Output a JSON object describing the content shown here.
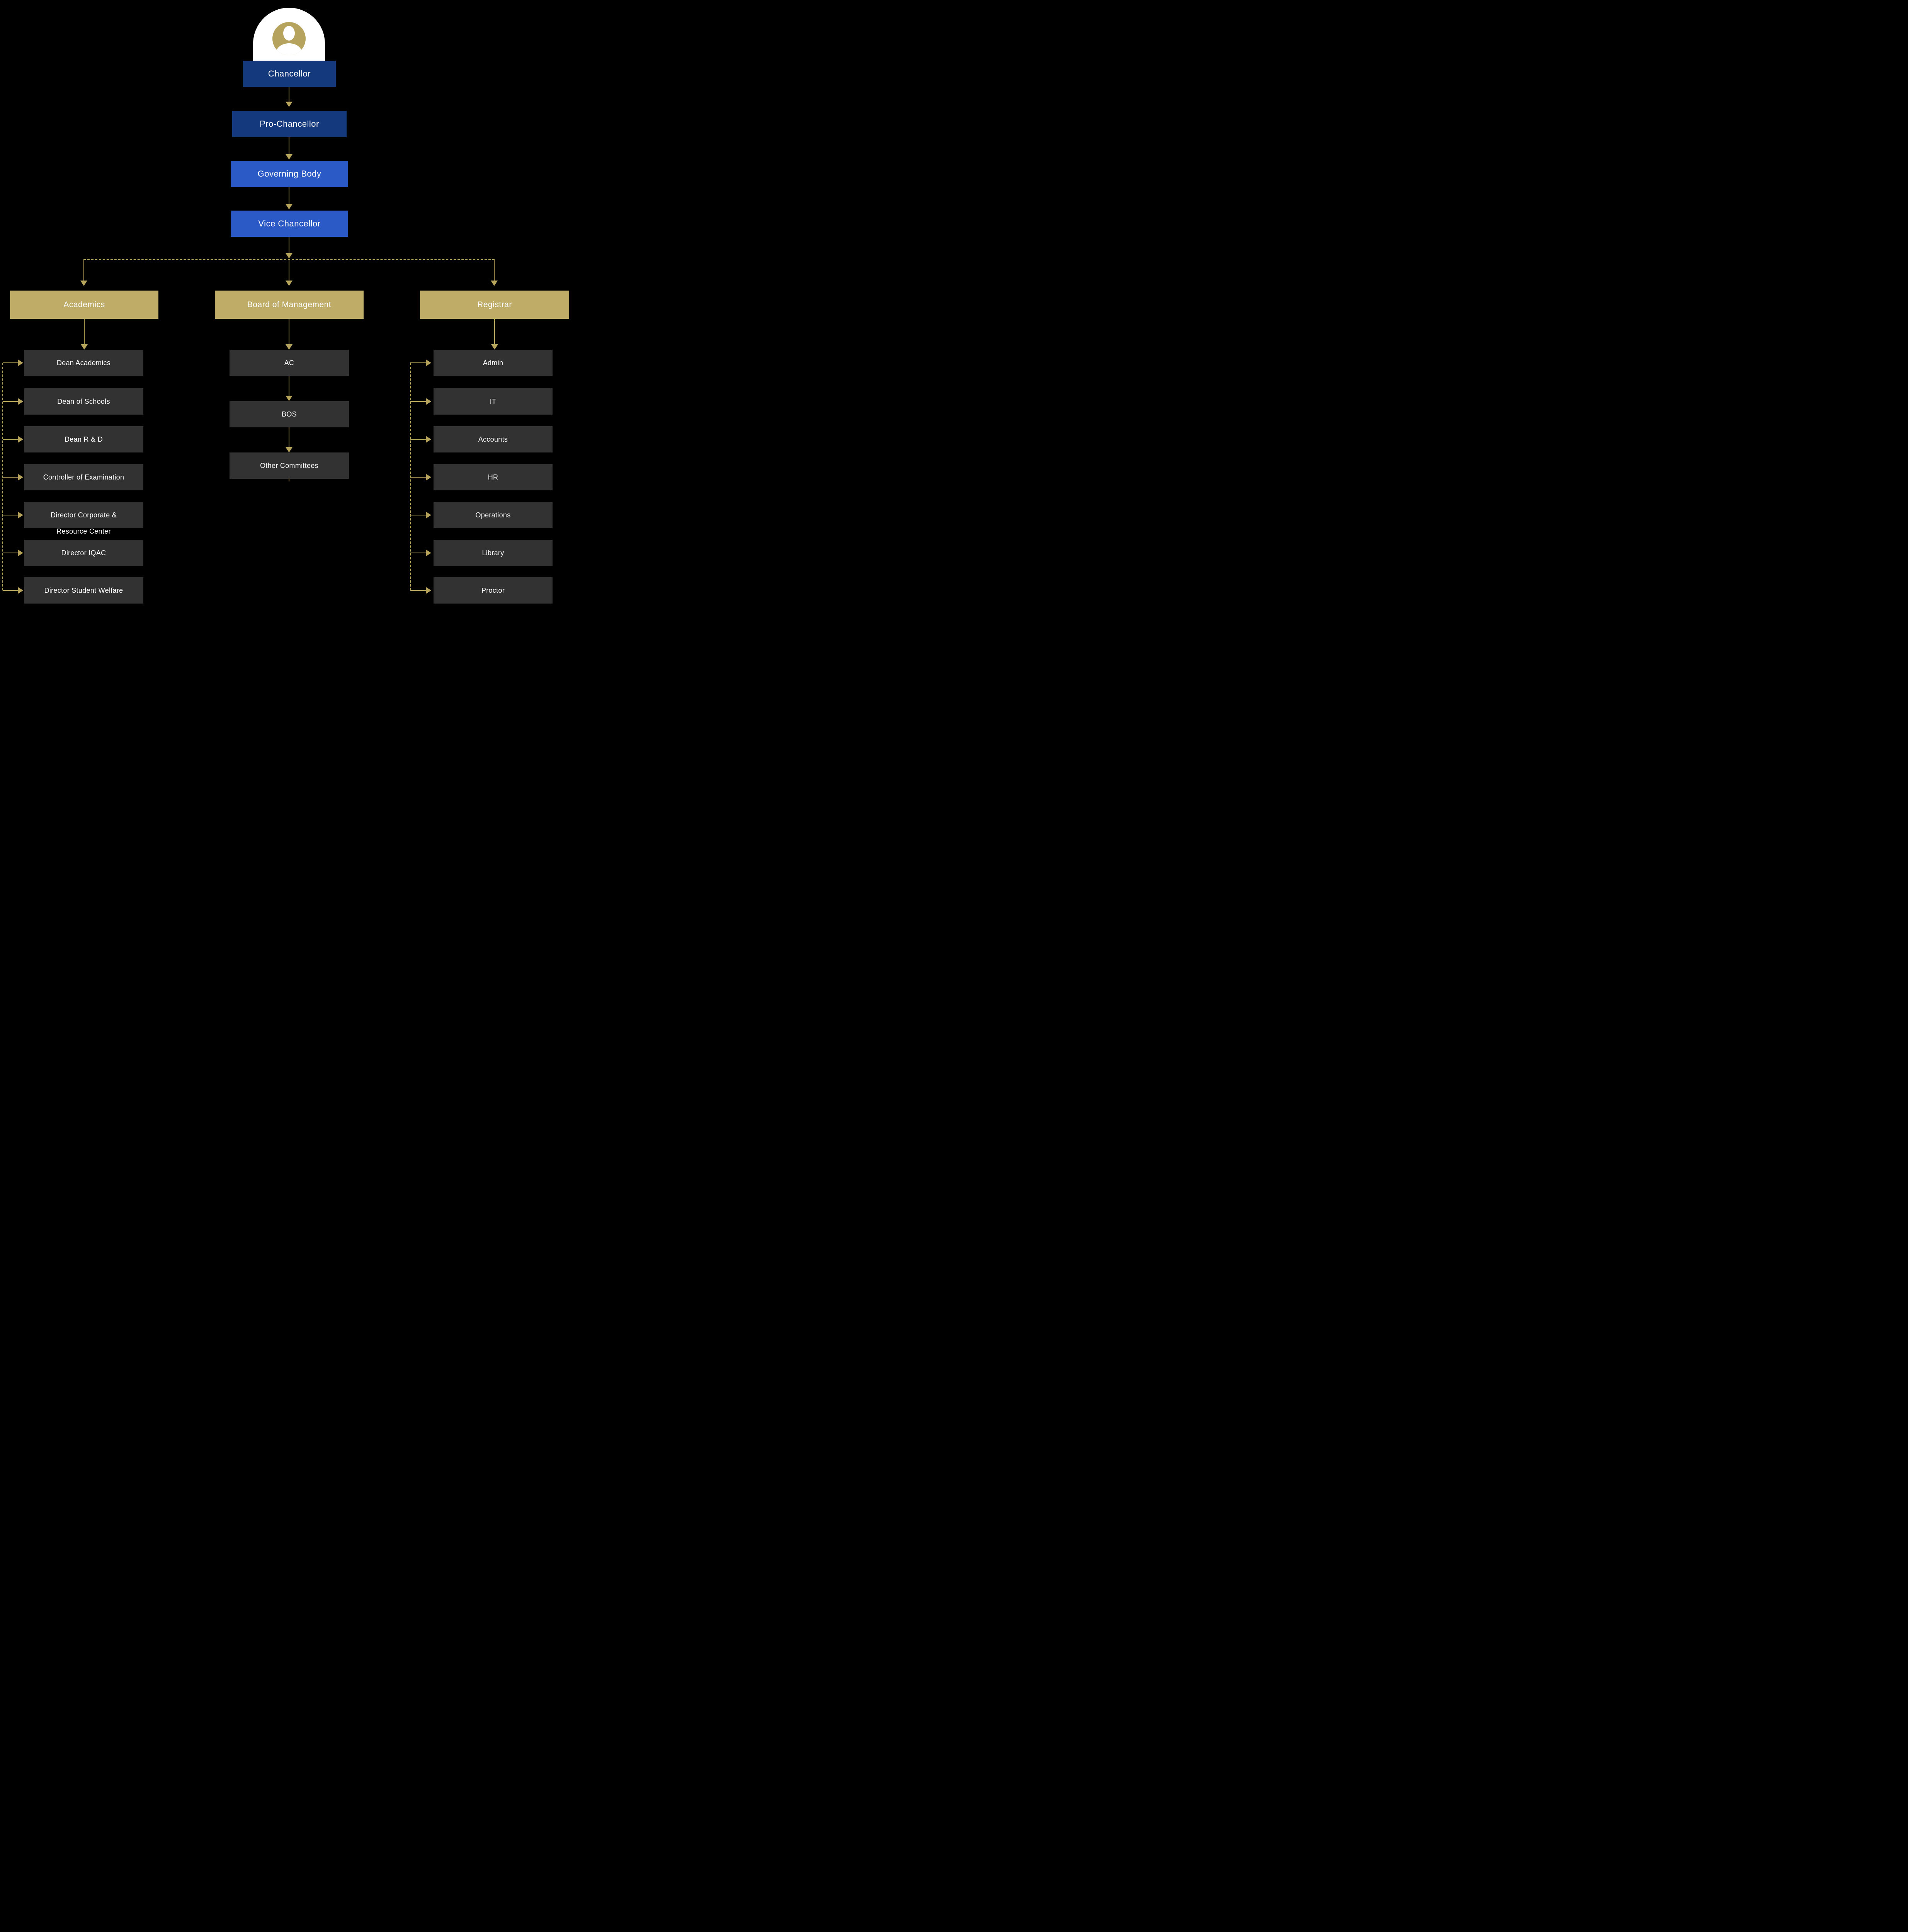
{
  "colors": {
    "navy": "#143a7d",
    "blue": "#2b5ac6",
    "gold": "#bfac67",
    "gold_line": "#b8a55c",
    "item_bg": "#323232",
    "background": "#000000",
    "text": "#ffffff",
    "avatar_gold": "#b5a35e"
  },
  "icons": {
    "avatar": "person-avatar"
  },
  "hierarchy": {
    "chancellor": {
      "label": "Chancellor"
    },
    "pro_chancellor": {
      "label": "Pro-Chancellor"
    },
    "governing_body": {
      "label": "Governing Body"
    },
    "vice_chancellor": {
      "label": "Vice Chancellor"
    }
  },
  "branches": {
    "academics": {
      "label": "Academics",
      "items": [
        {
          "label": "Dean Academics"
        },
        {
          "label": "Dean of Schools"
        },
        {
          "label": "Dean R & D"
        },
        {
          "label": "Controller of Examination"
        },
        {
          "label": "Director Corporate &",
          "label2": "Resource Center"
        },
        {
          "label": "Director IQAC"
        },
        {
          "label": "Director Student Welfare"
        }
      ]
    },
    "board_of_management": {
      "label": "Board of Management",
      "items": [
        {
          "label": "AC"
        },
        {
          "label": "BOS"
        },
        {
          "label": "Other Committees"
        }
      ]
    },
    "registrar": {
      "label": "Registrar",
      "items": [
        {
          "label": "Admin"
        },
        {
          "label": "IT"
        },
        {
          "label": "Accounts"
        },
        {
          "label": "HR"
        },
        {
          "label": "Operations"
        },
        {
          "label": "Library"
        },
        {
          "label": "Proctor"
        }
      ]
    }
  }
}
